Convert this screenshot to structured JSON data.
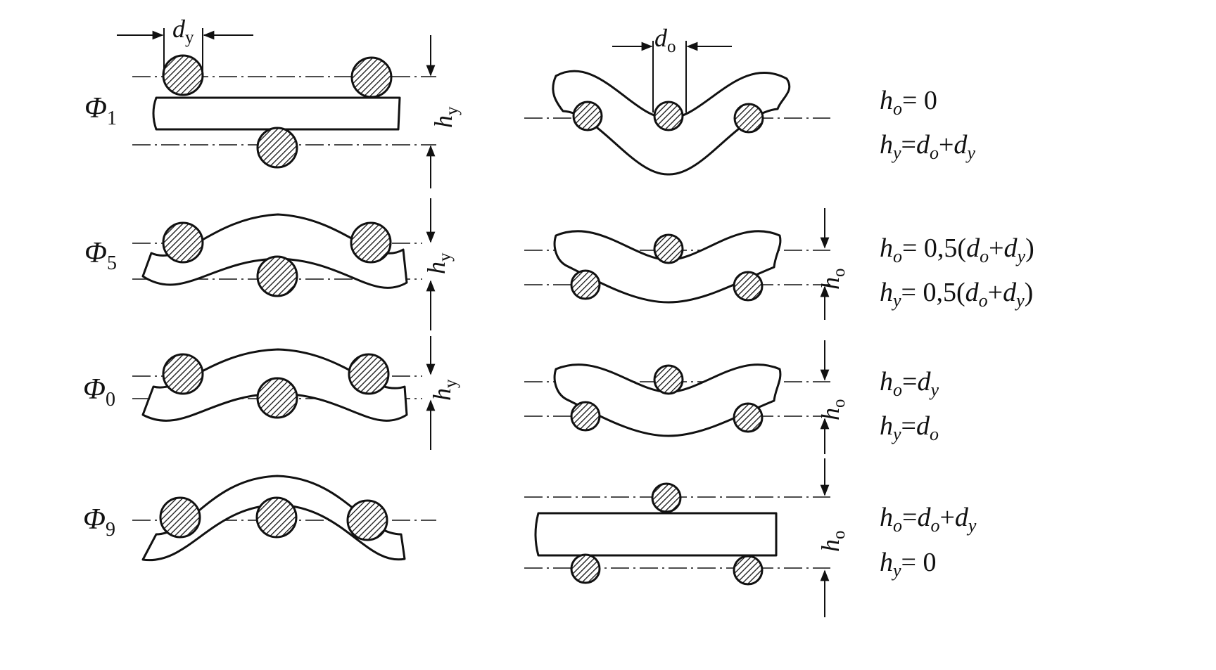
{
  "labels": {
    "phi": "Φ",
    "phi1_sub": "1",
    "phi5_sub": "5",
    "phi0_sub": "0",
    "phi9_sub": "9",
    "d": "d",
    "h": "h",
    "sub_y": "y",
    "sub_o": "o"
  },
  "formulas": {
    "f1_line1": {
      "lhs": "h",
      "lhs_sub": "o",
      "rhs": "= 0"
    },
    "f1_line2": {
      "lhs": "h",
      "lhs_sub": "y",
      "eq": "=",
      "a": "d",
      "a_sub": "o",
      "plus": "+",
      "b": "d",
      "b_sub": "y"
    },
    "f2_line1": {
      "lhs": "h",
      "lhs_sub": "o",
      "pre": "= 0,5(",
      "a": "d",
      "a_sub": "o",
      "plus": "+",
      "b": "d",
      "b_sub": "y",
      "post": ")"
    },
    "f2_line2": {
      "lhs": "h",
      "lhs_sub": "y",
      "pre": "= 0,5(",
      "a": "d",
      "a_sub": "o",
      "plus": "+",
      "b": "d",
      "b_sub": "y",
      "post": ")"
    },
    "f3_line1": {
      "lhs": "h",
      "lhs_sub": "o",
      "eq": "=",
      "a": "d",
      "a_sub": "y"
    },
    "f3_line2": {
      "lhs": "h",
      "lhs_sub": "y",
      "eq": "=",
      "a": "d",
      "a_sub": "o"
    },
    "f4_line1": {
      "lhs": "h",
      "lhs_sub": "o",
      "eq": "=",
      "a": "d",
      "a_sub": "o",
      "plus": "+",
      "b": "d",
      "b_sub": "y"
    },
    "f4_line2": {
      "lhs": "h",
      "lhs_sub": "y",
      "rhs": "= 0"
    }
  }
}
